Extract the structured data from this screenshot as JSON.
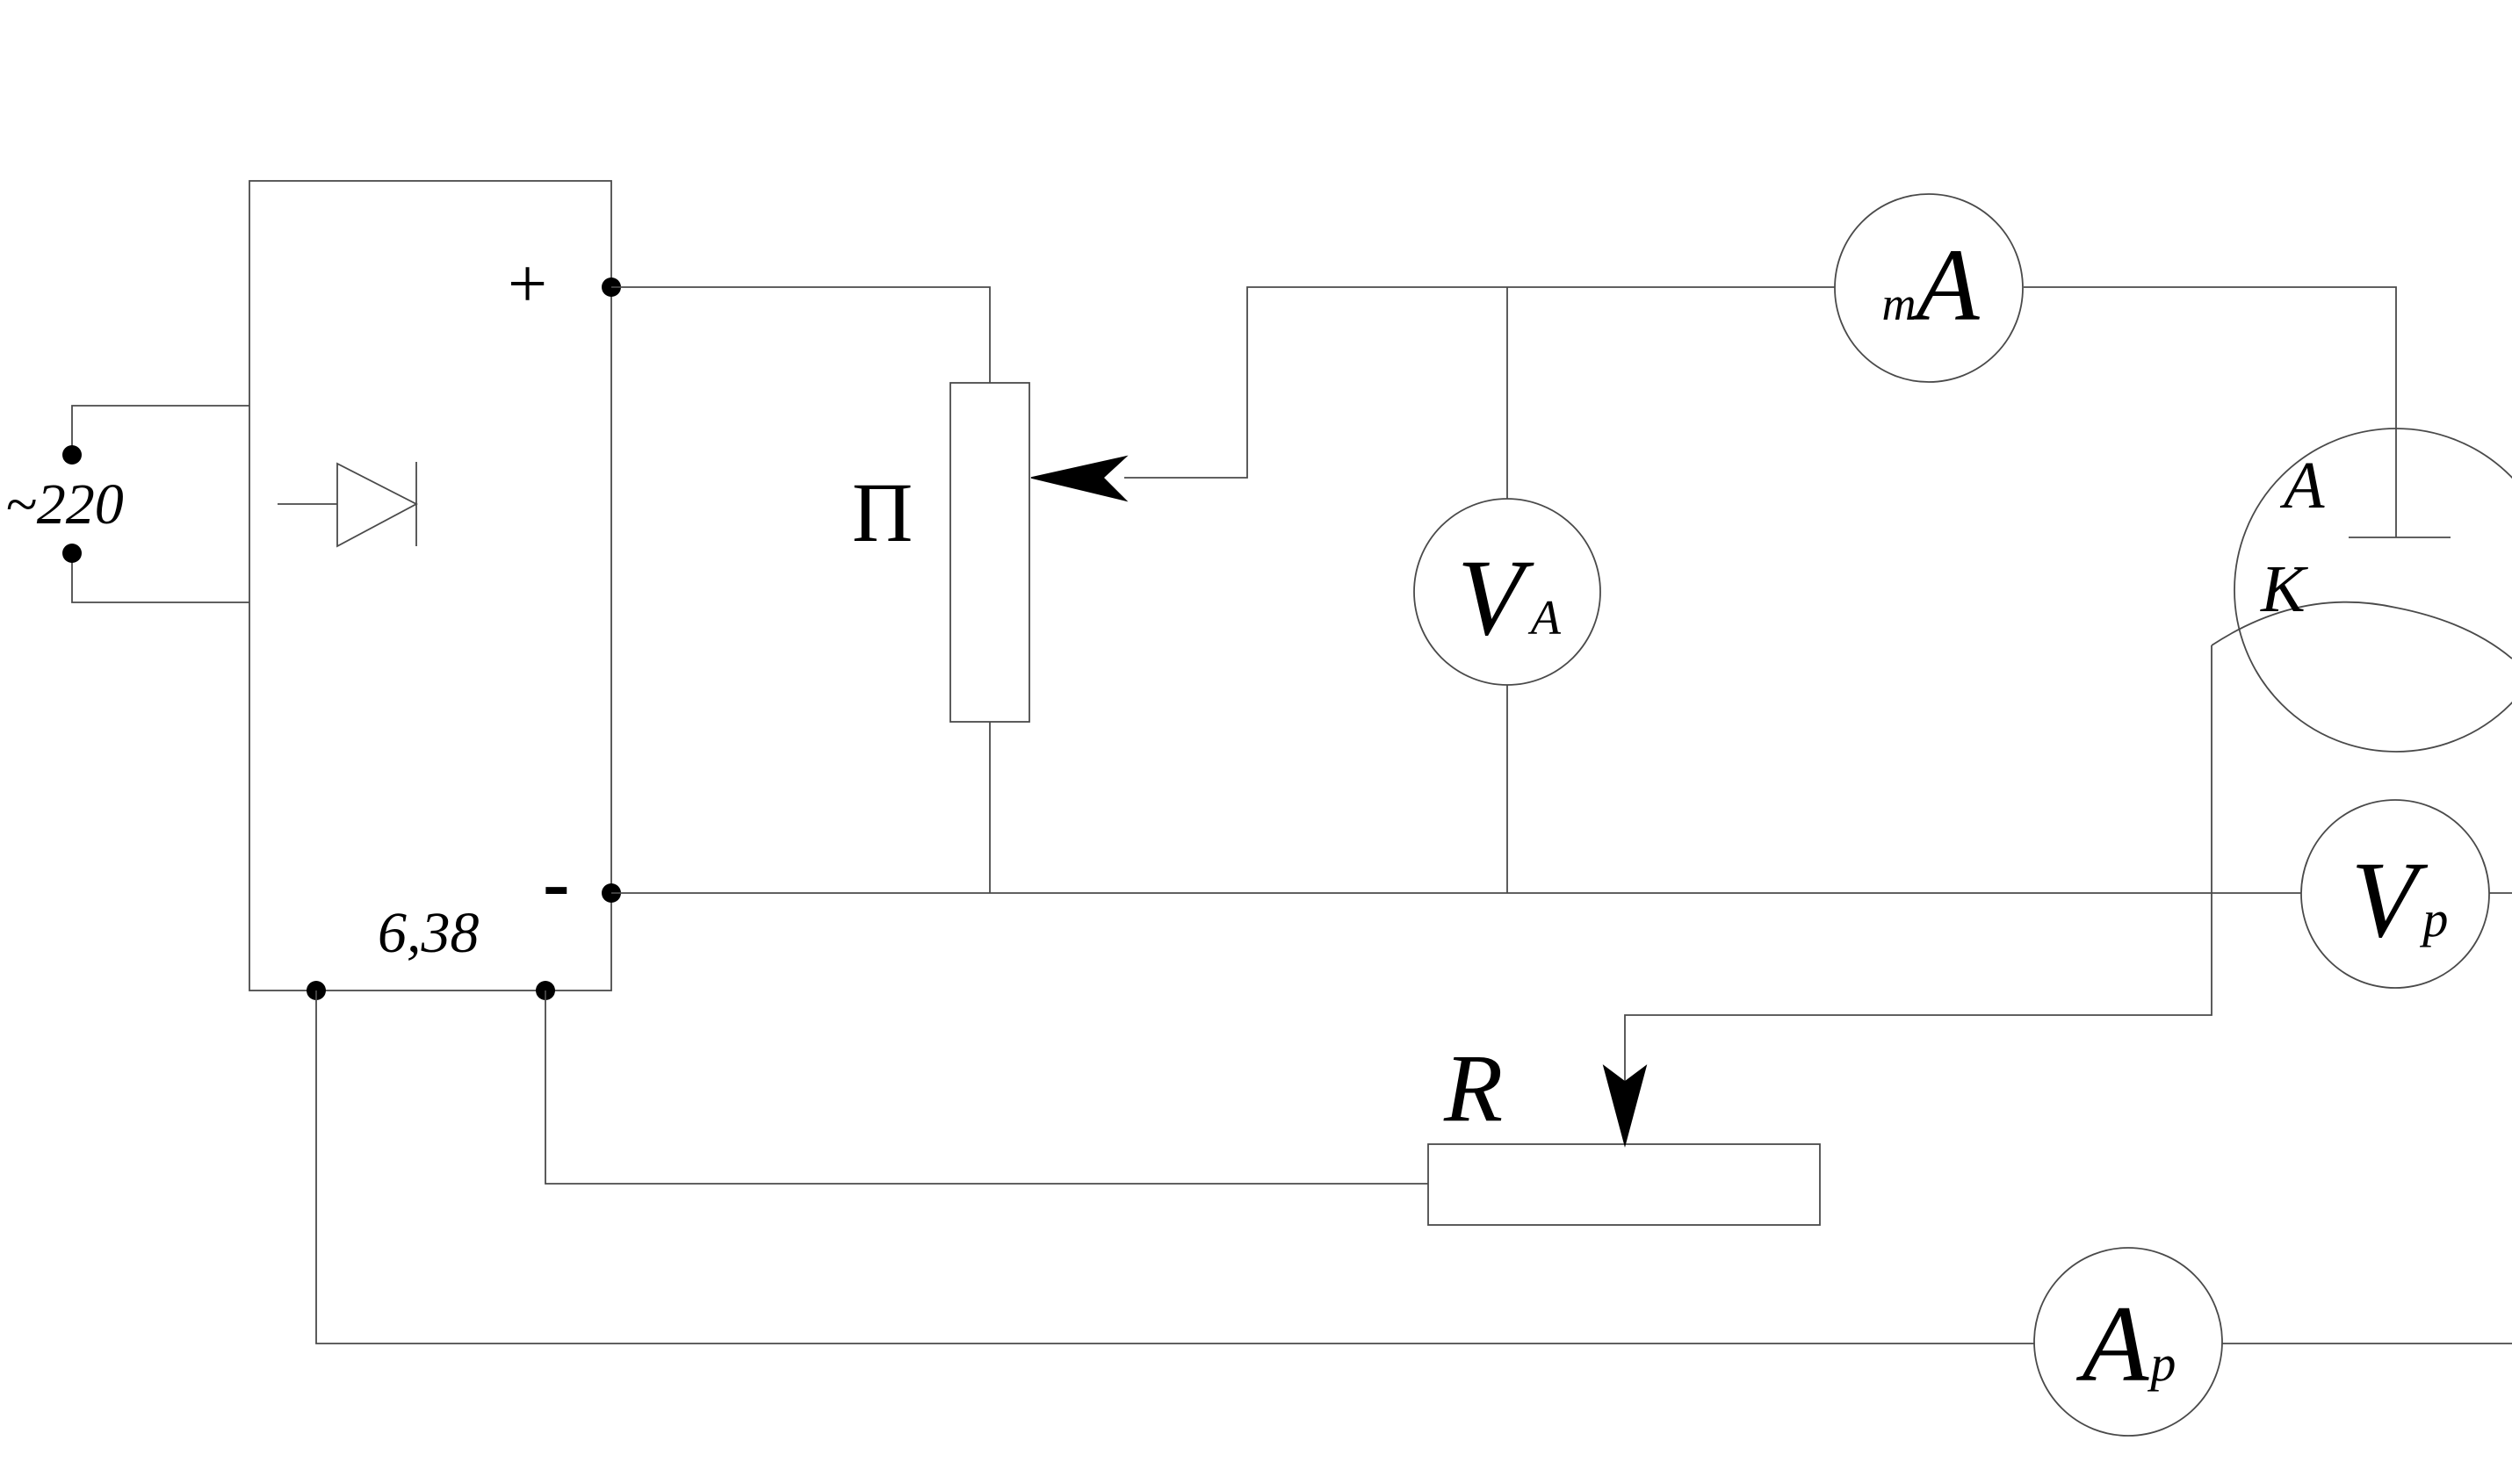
{
  "labels": {
    "mains": "~220",
    "plus": "+",
    "minus": "-",
    "low_voltage": "6,38",
    "potentiometer": "П",
    "rheostat": "R",
    "anode": "A",
    "cathode": "K"
  },
  "meters": {
    "milliammeter": {
      "main": "A",
      "sub": "m",
      "sub_position": "before"
    },
    "anode_voltmeter": {
      "main": "V",
      "sub": "A",
      "sub_position": "after"
    },
    "filament_voltmeter": {
      "main": "V",
      "sub": "p",
      "sub_position": "after"
    },
    "filament_ammeter": {
      "main": "A",
      "sub": "p",
      "sub_position": "after"
    }
  },
  "colors": {
    "line": "#4a4a4a",
    "ink": "#000000",
    "background": "#ffffff"
  }
}
